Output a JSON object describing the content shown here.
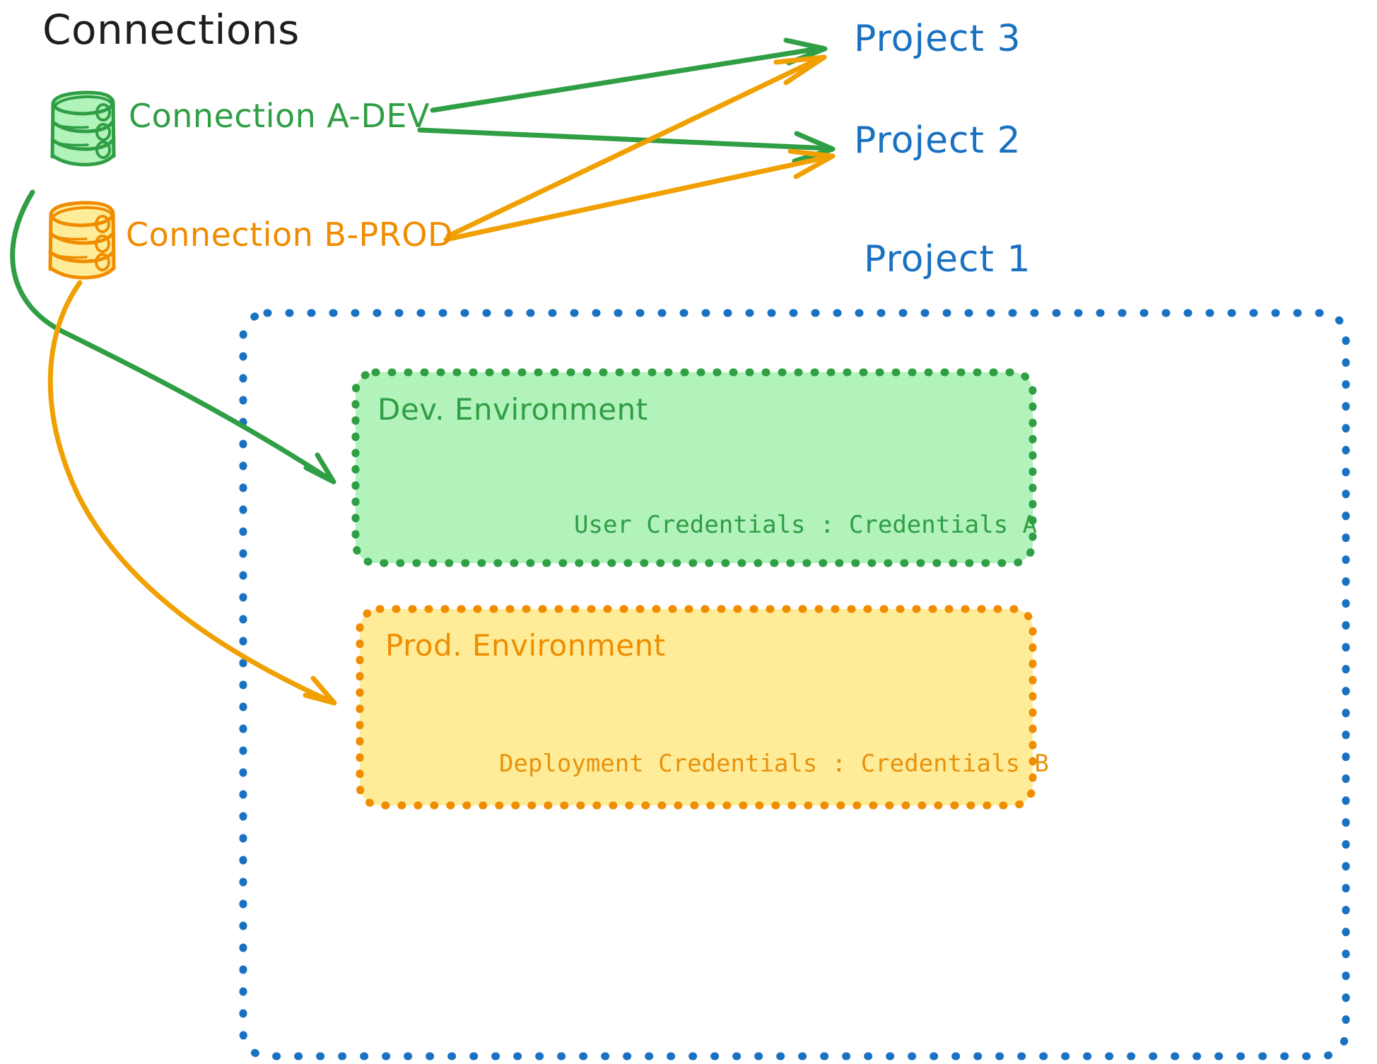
{
  "diagram": {
    "title": "Connections",
    "style": "hand-drawn",
    "background": "#ffffff"
  },
  "colors": {
    "green_stroke": "#2f9e44",
    "green_fill": "#b2f2bb",
    "orange_stroke": "#f08c00",
    "orange_fill": "#ffec99",
    "blue": "#1971c2",
    "black": "#1e1e1e"
  },
  "connections": [
    {
      "id": "connection-a-dev",
      "label": "Connection A-DEV",
      "icon": "database-cylinder-icon",
      "color": "#2f9e44",
      "fill": "#b2f2bb"
    },
    {
      "id": "connection-b-prod",
      "label": "Connection B-PROD",
      "icon": "database-cylinder-icon",
      "color": "#f08c00",
      "fill": "#ffec99"
    }
  ],
  "projects": [
    {
      "id": "project-3",
      "label": "Project 3"
    },
    {
      "id": "project-2",
      "label": "Project 2"
    },
    {
      "id": "project-1",
      "label": "Project 1"
    }
  ],
  "project_1_container": {
    "label": "Project 1",
    "border": "dotted",
    "border_color": "#1971c2",
    "environments": [
      {
        "id": "dev-environment",
        "title": "Dev. Environment",
        "credentials_label": "User Credentials : Credentials A",
        "stroke": "#2f9e44",
        "fill": "#b2f2bb"
      },
      {
        "id": "prod-environment",
        "title": "Prod. Environment",
        "credentials_label": "Deployment Credentials : Credentials B",
        "stroke": "#f08c00",
        "fill": "#ffec99"
      }
    ]
  },
  "edges": [
    {
      "id": "edge-a-to-project3",
      "from": "connection-a-dev",
      "to": "project-3",
      "color": "#2f9e44"
    },
    {
      "id": "edge-a-to-project2",
      "from": "connection-a-dev",
      "to": "project-2",
      "color": "#2f9e44"
    },
    {
      "id": "edge-a-to-dev-env",
      "from": "connection-a-dev",
      "to": "dev-environment",
      "color": "#2f9e44"
    },
    {
      "id": "edge-b-to-project3",
      "from": "connection-b-prod",
      "to": "project-3",
      "color": "#f0a000"
    },
    {
      "id": "edge-b-to-project2",
      "from": "connection-b-prod",
      "to": "project-2",
      "color": "#f0a000"
    },
    {
      "id": "edge-b-to-prod-env",
      "from": "connection-b-prod",
      "to": "prod-environment",
      "color": "#f0a000"
    }
  ]
}
